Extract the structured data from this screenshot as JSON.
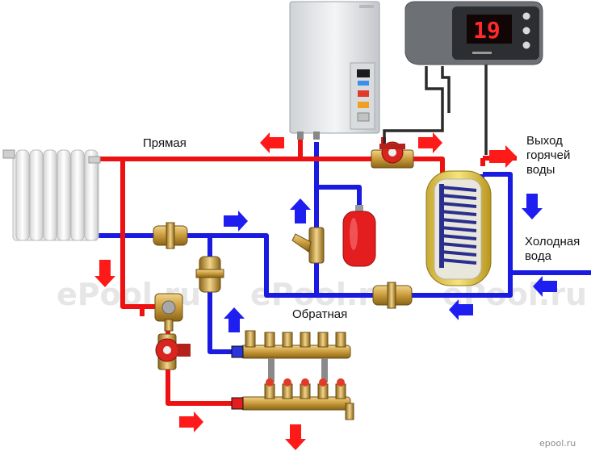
{
  "labels": {
    "supply": "Прямая",
    "return": "Обратная",
    "hot_out": [
      "Выход",
      "горячей",
      "воды"
    ],
    "cold_in": [
      "Холодная",
      "вода"
    ]
  },
  "thermostat": {
    "display": "19"
  },
  "watermarks": {
    "main": "ePool.ru",
    "corner": "epool.ru"
  },
  "colors": {
    "supply": "#ee1111",
    "return": "#1a1ae0",
    "brass": "#c99a3a",
    "arrow_red": "#ff1a1a",
    "arrow_blue": "#1e1ef0"
  }
}
